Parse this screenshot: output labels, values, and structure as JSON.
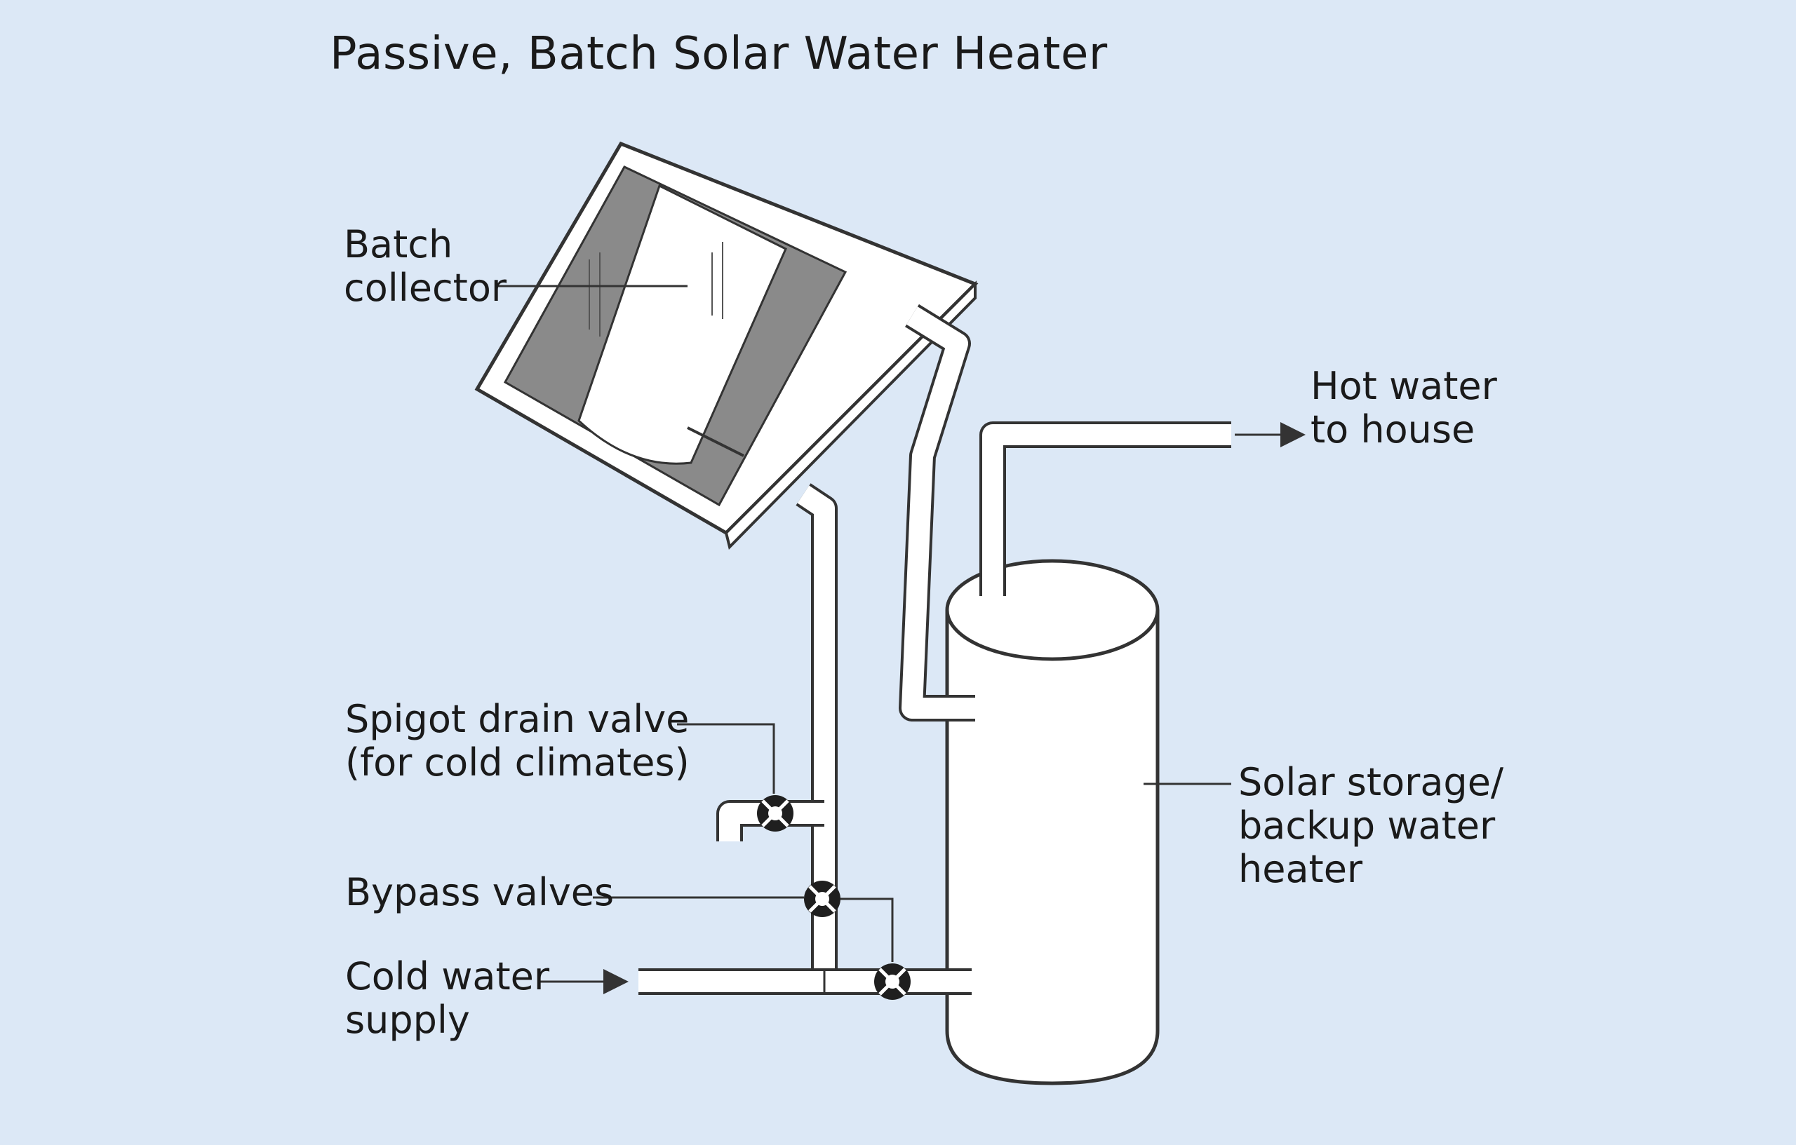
{
  "title": "Passive, Batch Solar Water Heater",
  "labels": {
    "batch_collector": [
      "Batch",
      "collector"
    ],
    "hot_water": [
      "Hot water",
      "to house"
    ],
    "spigot_valve": [
      "Spigot drain valve",
      "(for cold climates)"
    ],
    "bypass_valves": [
      "Bypass valves"
    ],
    "cold_water": [
      "Cold water",
      "supply"
    ],
    "storage_tank": [
      "Solar storage/",
      "backup water",
      "heater"
    ]
  },
  "colors": {
    "background": "#dce8f6",
    "outline": "#333333",
    "fill": "#ffffff",
    "collector_interior": "#8a8a8a",
    "valve": "#1f1f1f"
  }
}
